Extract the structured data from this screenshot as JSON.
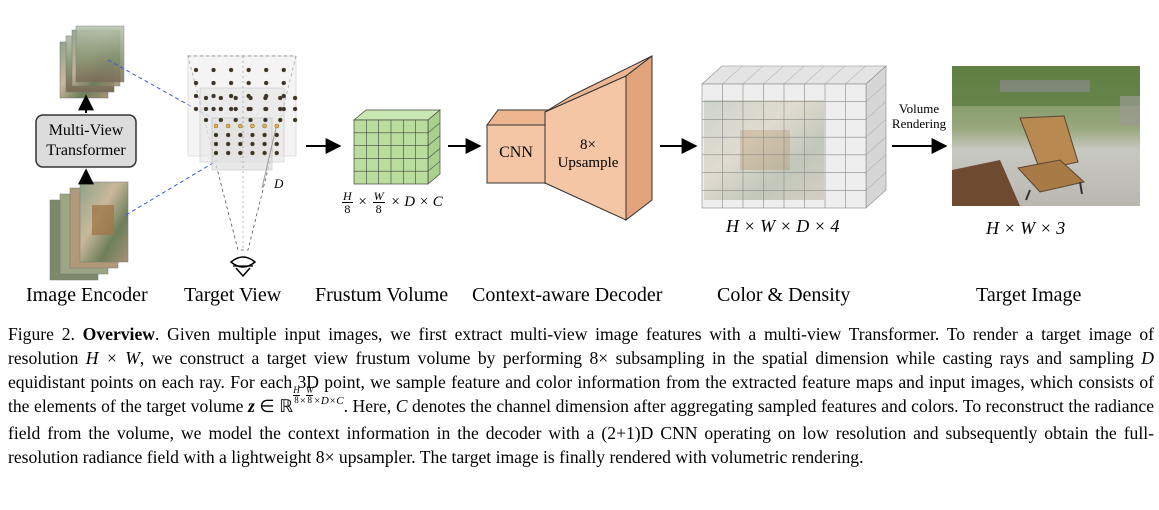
{
  "stages": {
    "image_encoder": "Image Encoder",
    "target_view": "Target View",
    "frustum_volume": "Frustum Volume",
    "decoder": "Context-aware Decoder",
    "color_density": "Color & Density",
    "target_image": "Target Image"
  },
  "boxes": {
    "transformer_line1": "Multi-View",
    "transformer_line2": "Transformer",
    "cnn": "CNN",
    "upsample_factor": "8×",
    "upsample": "Upsample",
    "volume_line1": "Volume",
    "volume_line2": "Rendering",
    "depth_label": "D"
  },
  "dims": {
    "frustum_rest": "× D × C",
    "color_density": "H × W × D × 4",
    "target_image": "H × W × 3"
  },
  "caption": {
    "fig": "Figure 2.",
    "title": "Overview",
    "p1": ". Given multiple input images, we first extract multi-view image features with a multi-view Transformer. To render a target image of resolution ",
    "hw": "H × W",
    "p2": ", we construct a target view frustum volume by performing 8× subsampling in the spatial dimension while casting rays and sampling ",
    "d": "D",
    "p3": " equidistant points on each ray. For each 3D point, we sample feature and color information from the extracted feature maps and input images, which consists of the elements of the target volume ",
    "z": "z",
    "in_r": " ∈ ℝ",
    "sup_rest": "×D×C",
    "p4": ". Here, ",
    "c": "C",
    "p5": " denotes the channel dimension after aggregating sampled features and colors. To reconstruct the radiance field from the volume, we model the context information in the decoder with a (2+1)D CNN operating on low resolution and subsequently obtain the full-resolution radiance field with a lightweight 8× upsampler. The target image is finally rendered with volumetric rendering."
  }
}
